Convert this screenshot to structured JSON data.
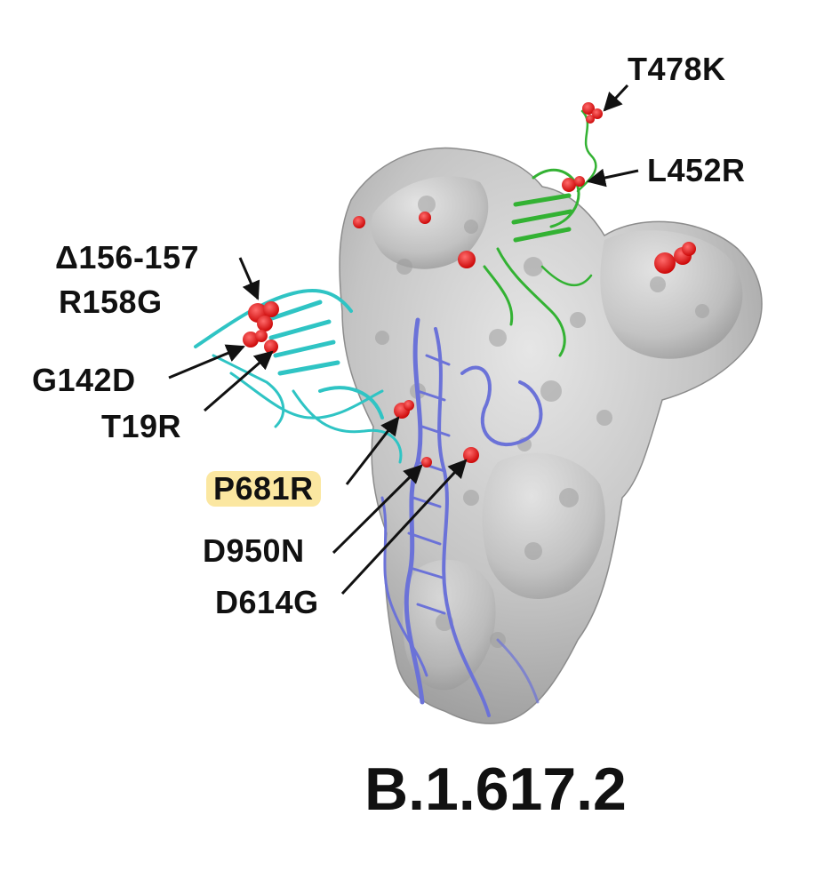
{
  "figure": {
    "title": "B.1.617.2",
    "mutations": [
      {
        "label": "T478K",
        "highlighted": false
      },
      {
        "label": "L452R",
        "highlighted": false
      },
      {
        "label": "Δ156-157",
        "highlighted": false
      },
      {
        "label": "R158G",
        "highlighted": false
      },
      {
        "label": "G142D",
        "highlighted": false
      },
      {
        "label": "T19R",
        "highlighted": false
      },
      {
        "label": "P681R",
        "highlighted": true
      },
      {
        "label": "D950N",
        "highlighted": false
      },
      {
        "label": "D614G",
        "highlighted": false
      }
    ]
  },
  "colors": {
    "surface": "#c8c8c8",
    "cyan_chain": "#2fc4c4",
    "green_chain": "#33b233",
    "blue_chain": "#6b72d8",
    "mutation_red": "#e00000",
    "highlight": "#fbe7a1"
  }
}
